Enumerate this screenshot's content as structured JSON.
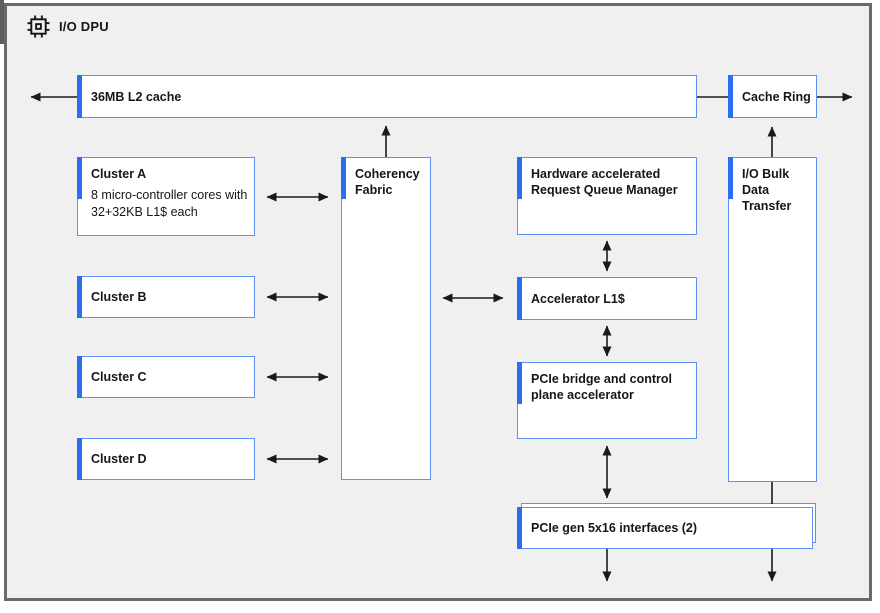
{
  "header": {
    "title": "I/O DPU",
    "icon": "chip-icon"
  },
  "nodes": {
    "l2_cache": {
      "label": "36MB L2 cache"
    },
    "cache_ring": {
      "label": "Cache Ring"
    },
    "cluster_a": {
      "label": "Cluster A",
      "description": "8 micro-controller cores with 32+32KB L1$ each"
    },
    "cluster_b": {
      "label": "Cluster B"
    },
    "cluster_c": {
      "label": "Cluster C"
    },
    "cluster_d": {
      "label": "Cluster D"
    },
    "coherency_fabric": {
      "label": "Coherency Fabric"
    },
    "request_queue_manager": {
      "label": "Hardware accelerated Request Queue Manager"
    },
    "accelerator_l1": {
      "label": "Accelerator L1$"
    },
    "pcie_bridge": {
      "label": "PCIe bridge and control plane accelerator"
    },
    "io_bulk": {
      "label": "I/O Bulk Data Transfer"
    },
    "pcie_interfaces": {
      "label": "PCIe gen 5x16 interfaces (2)"
    }
  },
  "edges": [
    {
      "from": "l2-cache",
      "to": "off-chip-left",
      "style": "arrow"
    },
    {
      "from": "l2-cache",
      "to": "cache-ring",
      "style": "plain-line"
    },
    {
      "from": "cache-ring",
      "to": "off-chip-right",
      "style": "arrow"
    },
    {
      "from": "coherency-fabric",
      "to": "l2-cache",
      "style": "arrow-up"
    },
    {
      "from": "io-bulk-data-transfer",
      "to": "cache-ring",
      "style": "arrow-up"
    },
    {
      "from": "cluster-a",
      "to": "coherency-fabric",
      "style": "bidirectional"
    },
    {
      "from": "cluster-b",
      "to": "coherency-fabric",
      "style": "bidirectional"
    },
    {
      "from": "cluster-c",
      "to": "coherency-fabric",
      "style": "bidirectional"
    },
    {
      "from": "cluster-d",
      "to": "coherency-fabric",
      "style": "bidirectional"
    },
    {
      "from": "coherency-fabric",
      "to": "accelerator-l1",
      "style": "bidirectional"
    },
    {
      "from": "request-queue-manager",
      "to": "accelerator-l1",
      "style": "bidirectional"
    },
    {
      "from": "accelerator-l1",
      "to": "pcie-bridge",
      "style": "bidirectional"
    },
    {
      "from": "pcie-bridge",
      "to": "pcie-interfaces",
      "style": "bidirectional"
    },
    {
      "from": "io-bulk-data-transfer",
      "to": "pcie-interfaces",
      "style": "plain-line"
    },
    {
      "from": "pcie-interfaces",
      "to": "off-chip-bottom-left",
      "style": "arrow"
    },
    {
      "from": "pcie-interfaces",
      "to": "off-chip-bottom-right",
      "style": "arrow"
    }
  ],
  "colors": {
    "accent_blue": "#2a6ff0",
    "box_border": "#5f8ff2",
    "diagram_background": "#f0f0f1",
    "frame_border": "#6a6a6a",
    "arrow": "#1a1a1a",
    "text": "#161616"
  }
}
